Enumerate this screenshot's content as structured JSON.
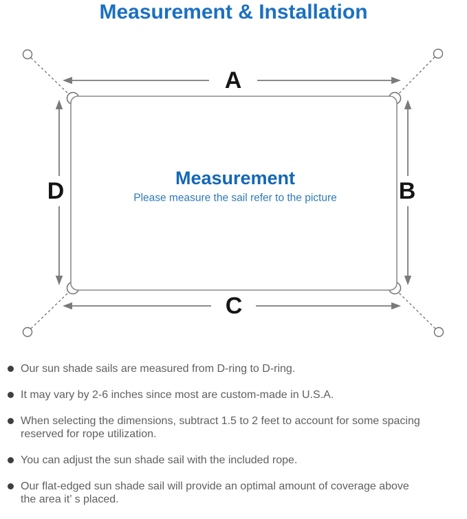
{
  "page": {
    "title": "Measurement & Installation"
  },
  "diagram": {
    "dimension_labels": {
      "top": "A",
      "right": "B",
      "bottom": "C",
      "left": "D"
    },
    "center_title": "Measurement",
    "center_subtitle": "Please measure the sail refer to the picture"
  },
  "notes": {
    "items": [
      {
        "lines": [
          "Our sun shade sails are measured from D-ring to D-ring."
        ]
      },
      {
        "lines": [
          "It may vary by 2-6 inches since most are custom-made in U.S.A."
        ]
      },
      {
        "lines": [
          "When selecting the dimensions, subtract 1.5 to 2 feet to account for some spacing",
          "reserved for rope utilization."
        ]
      },
      {
        "lines": [
          "You can adjust the sun shade sail with the included rope."
        ]
      },
      {
        "lines": [
          "Our flat-edged sun shade sail will provide an optimal amount of coverage above",
          "the area it’ s placed."
        ]
      }
    ]
  },
  "colors": {
    "title_blue": "#1b70c1",
    "center_title_blue": "#1467b8",
    "subtitle_blue": "#2d7ab8",
    "line_gray": "#7a7a7a",
    "ring_gray": "#6e6e6e",
    "label_black": "#151515",
    "note_text_gray": "#5f5f5f",
    "background": "#ffffff"
  }
}
